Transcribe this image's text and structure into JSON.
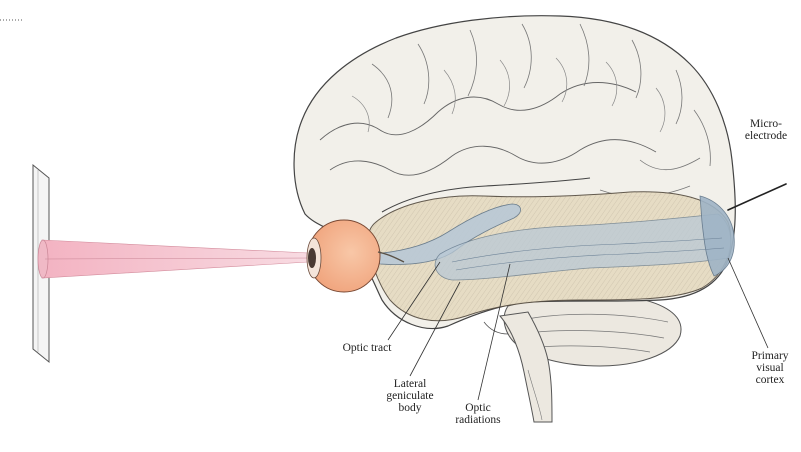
{
  "labels": {
    "micro_electrode": "Micro-\nelectrode",
    "optic_tract": "Optic tract",
    "lateral_geniculate_body": "Lateral\ngeniculate\nbody",
    "optic_radiations": "Optic\nradiations",
    "primary_visual_cortex": "Primary\nvisual\ncortex"
  },
  "colors": {
    "brain_fill": "#f1efe9",
    "temporal_lobe": "#e3d8bf",
    "visual_pathway": "#b9c9d6",
    "eye": "#f3b28d",
    "light_beam": "#f6c9d3",
    "line": "#333333"
  }
}
